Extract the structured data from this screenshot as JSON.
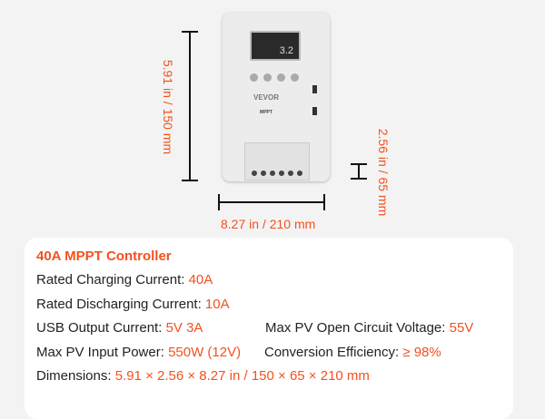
{
  "product": {
    "brand": "VEVOR",
    "model": "MPPT",
    "display_value": "3.2"
  },
  "dimensions_labels": {
    "height": "5.91 in / 150 mm",
    "width": "8.27 in / 210 mm",
    "depth": "2.56 in / 65 mm"
  },
  "specs": {
    "title": "40A MPPT Controller",
    "items": [
      {
        "label": "Rated Charging Current: ",
        "value": "40A"
      },
      {
        "label": "Rated Discharging Current: ",
        "value": "10A"
      },
      {
        "label": "USB Output Current: ",
        "value": "5V 3A"
      },
      {
        "label": "Max PV Open Circuit Voltage: ",
        "value": "55V"
      },
      {
        "label": "Max PV Input Power: ",
        "value": "550W (12V)"
      },
      {
        "label": "Conversion Efficiency: ",
        "value": "≥ 98%"
      },
      {
        "label": "Dimensions: ",
        "value": "5.91 × 2.56 × 8.27 in / 150 × 65 × 210 mm"
      }
    ]
  },
  "colors": {
    "accent": "#f4511e",
    "background": "#f3f3f3"
  }
}
